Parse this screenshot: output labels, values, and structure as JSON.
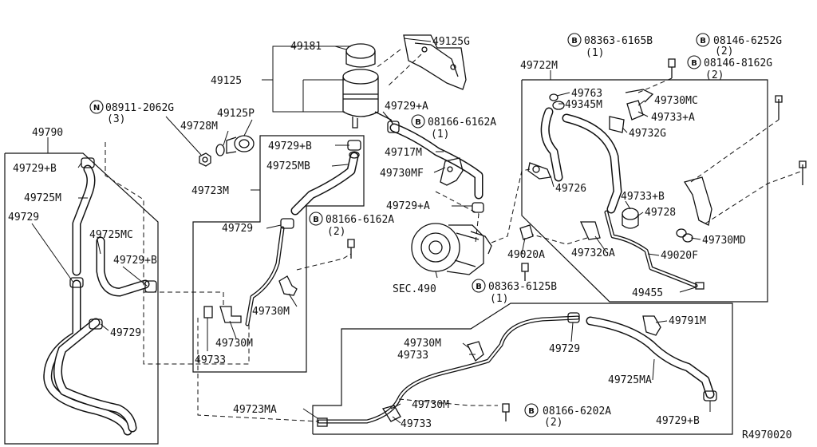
{
  "labels": {
    "p49181": "49181",
    "p49125G": "49125G",
    "p49125": "49125",
    "p49125P": "49125P",
    "p49728M": "49728M",
    "n08911": "08911-2062G",
    "n08911q": "(3)",
    "p49790": "49790",
    "p49729B_1": "49729+B",
    "p49725M": "49725M",
    "p49729_1": "49729",
    "p49725MC": "49725MC",
    "p49729B_2": "49729+B",
    "p49729_2": "49729",
    "p49729B_3": "49729+B",
    "p49725MB": "49725MB",
    "p49723M": "49723M",
    "p49729_3": "49729",
    "p49730M_1": "49730M",
    "p49730M_2": "49730M",
    "p49733_1": "49733",
    "b08166_6162A_1": "08166-6162A",
    "b08166_6162A_1q": "(2)",
    "p49729A_1": "49729+A",
    "b08166_6162A_2": "08166-6162A",
    "b08166_6162A_2q": "(1)",
    "p49717M": "49717M",
    "p49730MF": "49730MF",
    "p49729A_2": "49729+A",
    "sec490": "SEC.490",
    "p49020A": "49020A",
    "b08363_6165B": "08363-6165B",
    "b08363_6165Bq": "(1)",
    "b08146_6252G": "08146-6252G",
    "b08146_6252Gq": "(2)",
    "b08146_8162G": "08146-8162G",
    "b08146_8162Gq": "(2)",
    "p49722M": "49722M",
    "p49763": "49763",
    "p49345M": "49345M",
    "p49730MC": "49730MC",
    "p49733A": "49733+A",
    "p49732G": "49732G",
    "p49726": "49726",
    "p49733B": "49733+B",
    "p49728": "49728",
    "p49730MD": "49730MD",
    "p49732GA": "49732GA",
    "p49020F": "49020F",
    "p49455": "49455",
    "b08363_6125B": "08363-6125B",
    "b08363_6125Bq": "(1)",
    "p49730M_3": "49730M",
    "p49733_2": "49733",
    "p49729_4": "49729",
    "p49791M": "49791M",
    "p49725MA": "49725MA",
    "p49723MA": "49723MA",
    "p49730M_4": "49730M",
    "p49733_3": "49733",
    "b08166_6202A": "08166-6202A",
    "b08166_6202Aq": "(2)",
    "p49729B_4": "49729+B",
    "ref": "R4970020"
  },
  "markers": {
    "B": "B",
    "N": "N"
  }
}
